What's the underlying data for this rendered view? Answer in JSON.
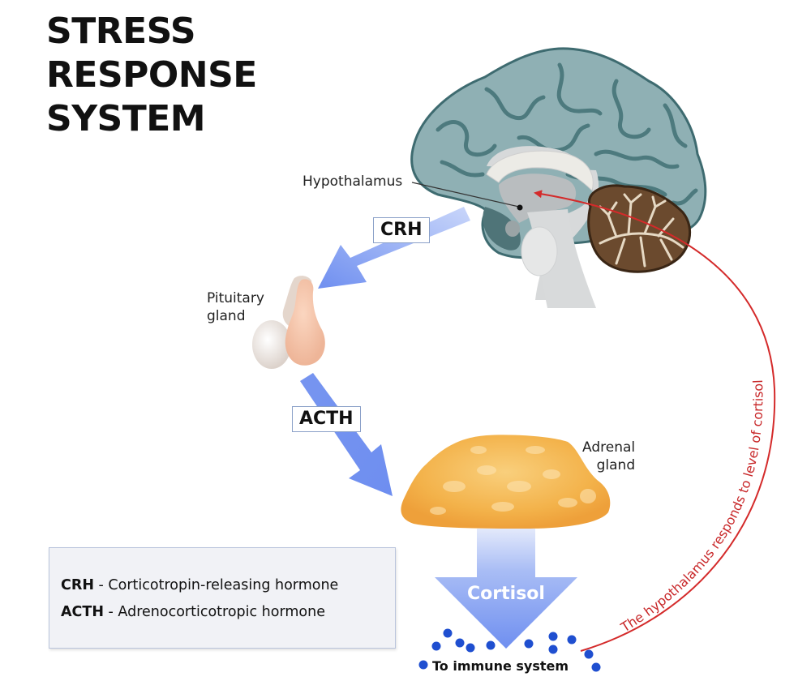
{
  "title": {
    "lines": [
      "STRESS",
      "RESPONSE",
      "SYSTEM"
    ]
  },
  "labels": {
    "hypothalamus": "Hypothalamus",
    "pituitary_line1": "Pituitary",
    "pituitary_line2": "gland",
    "adrenal_line1": "Adrenal",
    "adrenal_line2": "gland",
    "to_immune": "To immune system",
    "cortisol": "Cortisol",
    "feedback": "The hypothalamus responds to level of cortisol"
  },
  "tags": {
    "crh": "CRH",
    "acth": "ACTH"
  },
  "legend": {
    "items": [
      {
        "abbr": "CRH",
        "desc": " - Corticotropin-releasing hormone"
      },
      {
        "abbr": "ACTH",
        "desc": " - Adrenocorticotropic hormone"
      }
    ]
  },
  "colors": {
    "hormone_arrow": "#6f8ff0",
    "feedback_line": "#d42a2a",
    "brain_cortex": "#8fb0b4",
    "cerebellum": "#6b4a2e",
    "adrenal": "#f4b54a",
    "pituitary": "#f2c6ad",
    "molecule": "#1f4fd0"
  },
  "icons": {
    "brain": "brain-illustration",
    "pituitary": "pituitary-gland-illustration",
    "adrenal": "adrenal-gland-illustration"
  }
}
